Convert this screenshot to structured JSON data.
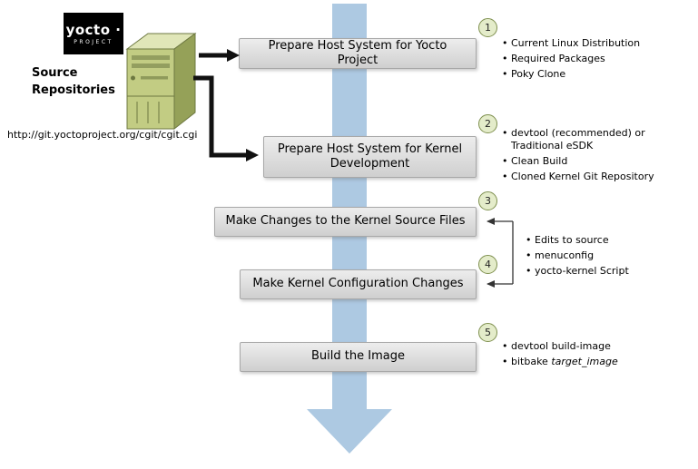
{
  "colors": {
    "arrow-blue": "#adc9e2",
    "box-face-top": "#ededed",
    "box-face-bottom": "#cfcfcf",
    "box-border": "#a8a8a8",
    "circle-fill": "#e4ecca",
    "circle-border": "#7f904f",
    "connector-black": "#111111",
    "bracket-gray": "#333333",
    "server-front": "#c2cc83",
    "server-top": "#e0e6b8",
    "server-side": "#95a158",
    "server-line": "#6d7841"
  },
  "logo": {
    "name": "yocto ·",
    "sub": "PROJECT"
  },
  "source": {
    "title": "Source Repositories",
    "url": "http://git.yoctoproject.org/cgit/cgit.cgi"
  },
  "steps": [
    {
      "num": "1",
      "label": "Prepare Host System for Yocto Project",
      "bullets": [
        "Current Linux Distribution",
        "Required Packages",
        "Poky Clone"
      ]
    },
    {
      "num": "2",
      "label": "Prepare Host System for Kernel Development",
      "bullets": [
        "devtool (recommended) or Traditional eSDK",
        "Clean Build",
        "Cloned Kernel Git Repository"
      ]
    },
    {
      "num": "3",
      "label": "Make Changes to the Kernel Source Files"
    },
    {
      "num": "4",
      "label": "Make Kernel Configuration Changes"
    },
    {
      "num": "5",
      "label": "Build the Image",
      "bullets": [
        "devtool build-image"
      ],
      "bitbake": {
        "prefix": "bitbake ",
        "arg": "target_image"
      }
    }
  ],
  "shared_bullets": [
    "Edits to source",
    "menuconfig",
    "yocto-kernel Script"
  ]
}
